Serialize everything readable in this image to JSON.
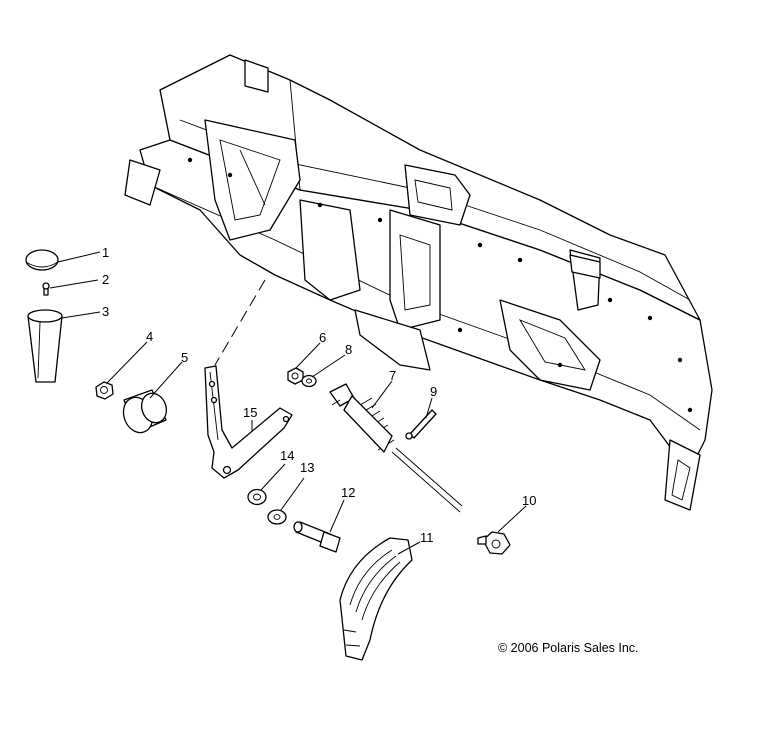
{
  "diagram": {
    "callouts": [
      {
        "id": "1",
        "label": "1"
      },
      {
        "id": "2",
        "label": "2"
      },
      {
        "id": "3",
        "label": "3"
      },
      {
        "id": "4",
        "label": "4"
      },
      {
        "id": "5",
        "label": "5"
      },
      {
        "id": "6",
        "label": "6"
      },
      {
        "id": "7",
        "label": "7"
      },
      {
        "id": "8",
        "label": "8"
      },
      {
        "id": "9",
        "label": "9"
      },
      {
        "id": "10",
        "label": "10"
      },
      {
        "id": "11",
        "label": "11"
      },
      {
        "id": "12",
        "label": "12"
      },
      {
        "id": "13",
        "label": "13"
      },
      {
        "id": "14",
        "label": "14"
      },
      {
        "id": "15",
        "label": "15"
      }
    ],
    "copyright": "© 2006 Polaris Sales Inc."
  }
}
